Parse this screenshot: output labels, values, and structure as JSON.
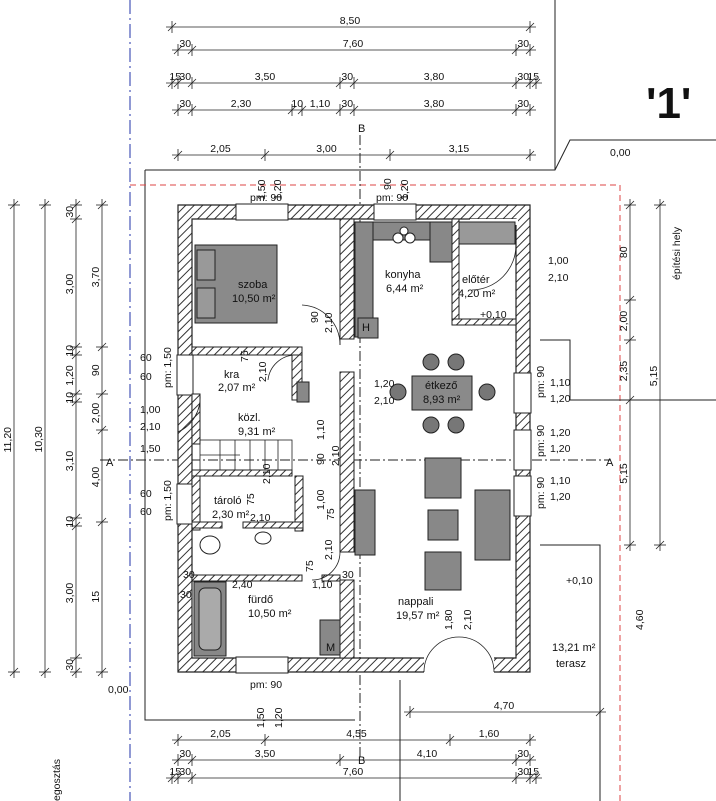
{
  "sheet": {
    "label": "'1'",
    "site_label": "építési hely",
    "edge_text": "egosztás",
    "section_b": "B",
    "section_a": "A"
  },
  "top_dims": {
    "row1": [
      "8,50"
    ],
    "row2": [
      "30",
      "7,60",
      "30"
    ],
    "row3": [
      "15",
      "30",
      "3,50",
      "30",
      "3,80",
      "30",
      "15"
    ],
    "row4": [
      "30",
      "2,30",
      "10",
      "1,10",
      "30",
      "3,80",
      "30"
    ],
    "row5": [
      "2,05",
      "3,00",
      "3,15"
    ],
    "level": "0,00"
  },
  "openings_top": [
    "1,50",
    "1,20",
    "pm: 90",
    "90",
    "1,20",
    "pm: 90"
  ],
  "left_dims": {
    "outer": "11,20",
    "mid": "10,30",
    "inner": [
      "30",
      "3,00",
      "10",
      "1,20",
      "10",
      "3,10",
      "10",
      "3,00",
      "30"
    ],
    "inner2": [
      "30",
      "15",
      "3,70",
      "90",
      "2,00",
      "4,00"
    ],
    "windows": [
      "60",
      "60",
      "1,50",
      "pm: 1,50",
      "60",
      "60",
      "1,50",
      "pm: 1,50"
    ],
    "door": [
      "1,00",
      "2,10"
    ],
    "stair": "1,50"
  },
  "right_dims": {
    "outer": [
      "5,15",
      "2,35",
      "80",
      "2,00",
      "4,60"
    ],
    "windows": [
      "pm: 90",
      "1,10",
      "1,20",
      "pm: 90",
      "1,20",
      "1,20",
      "pm: 90",
      "1,10",
      "1,20"
    ],
    "door": [
      "1,00",
      "2,10"
    ],
    "level": "+0,10"
  },
  "bottom_dims": {
    "row1": [
      "2,05",
      "4,55",
      "1,60"
    ],
    "row2": [
      "30",
      "3,50",
      "4,10",
      "30"
    ],
    "row3": [
      "15",
      "30",
      "7,60",
      "30",
      "15"
    ],
    "terrace_width": "4,70",
    "openings_bottom": [
      "pm: 90",
      "1,50",
      "1,20"
    ],
    "level": "0,00"
  },
  "rooms": [
    {
      "name": "szoba",
      "area": "10,50 m²"
    },
    {
      "name": "konyha",
      "area": "6,44 m²"
    },
    {
      "name": "előtér",
      "area": "4,20 m²"
    },
    {
      "name": "kra",
      "area": "2,07 m²"
    },
    {
      "name": "étkező",
      "area": "8,93 m²"
    },
    {
      "name": "közl.",
      "area": "9,31 m²"
    },
    {
      "name": "tároló",
      "area": "2,30 m²"
    },
    {
      "name": "fürdő",
      "area": "10,50 m²"
    },
    {
      "name": "nappali",
      "area": "19,57 m²"
    },
    {
      "name": "terasz",
      "area": "13,21 m²"
    }
  ],
  "interior_dims": [
    "90",
    "2,10",
    "75",
    "2,10",
    "+0,10",
    "1,20",
    "2,10",
    "1,10",
    "90",
    "2,10",
    "75",
    "2,10",
    "1,00",
    "2,10",
    "75",
    "30",
    "2,40",
    "1,10",
    "30",
    "1,80",
    "2,10",
    "75",
    "2,10"
  ],
  "fixtures": {
    "fridge": "H",
    "washer": "M"
  }
}
